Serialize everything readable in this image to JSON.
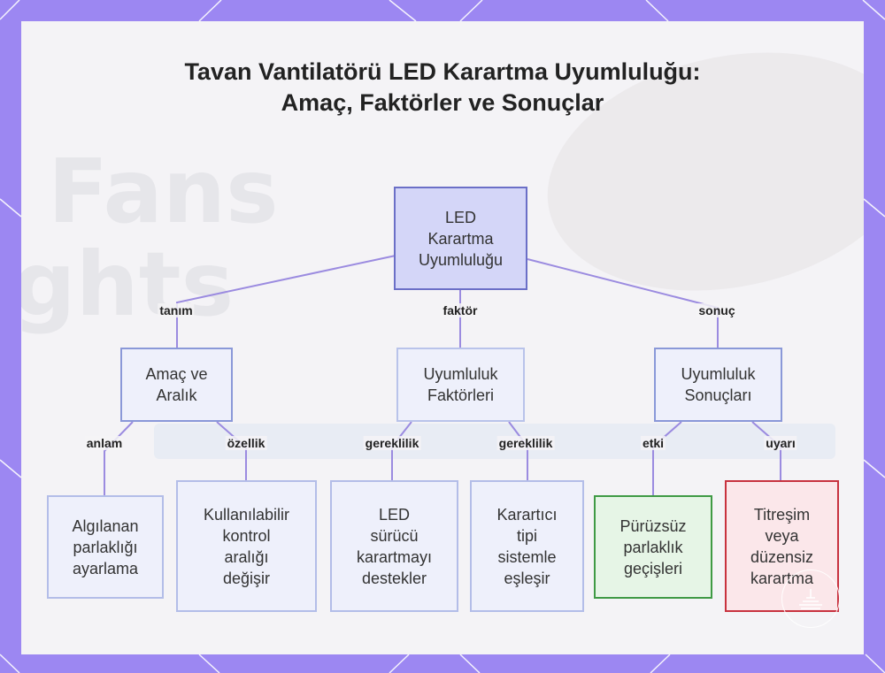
{
  "title": "Tavan Vantilatörü LED Karartma Uyumluluğu: Amaç, Faktörler ve Sonuçlar",
  "nodes": {
    "root": [
      "LED",
      "Karartma",
      "Uyumluluğu"
    ],
    "amac": [
      "Amaç ve",
      "Aralık"
    ],
    "faktorler": [
      "Uyumluluk",
      "Faktörleri"
    ],
    "sonuclar": [
      "Uyumluluk",
      "Sonuçları"
    ],
    "algilanan": [
      "Algılanan",
      "parlaklığı",
      "ayarlama"
    ],
    "kullanilabilir": [
      "Kullanılabilir",
      "kontrol",
      "aralığı",
      "değişir"
    ],
    "led_surucu": [
      "LED",
      "sürücü",
      "karartmayı",
      "destekler"
    ],
    "karartici": [
      "Karartıcı",
      "tipi",
      "sistemle",
      "eşleşir"
    ],
    "puruzsuz": [
      "Pürüzsüz",
      "parlaklık",
      "geçişleri"
    ],
    "titresim": [
      "Titreşim",
      "veya",
      "düzensiz",
      "karartma"
    ]
  },
  "edge_labels": {
    "tanim": "tanım",
    "faktor": "faktör",
    "sonuc": "sonuç",
    "anlam": "anlam",
    "ozellik": "özellik",
    "gereklilik1": "gereklilik",
    "gereklilik2": "gereklilik",
    "etki": "etki",
    "uyari": "uyarı"
  },
  "colors": {
    "frame": "#9c87f2",
    "edge": "#9b8be0",
    "root_fill": "#d4d6f8",
    "positive_border": "#3f9a45",
    "warning_border": "#c8323f"
  },
  "background_text": [
    "Fans",
    "ghts"
  ]
}
